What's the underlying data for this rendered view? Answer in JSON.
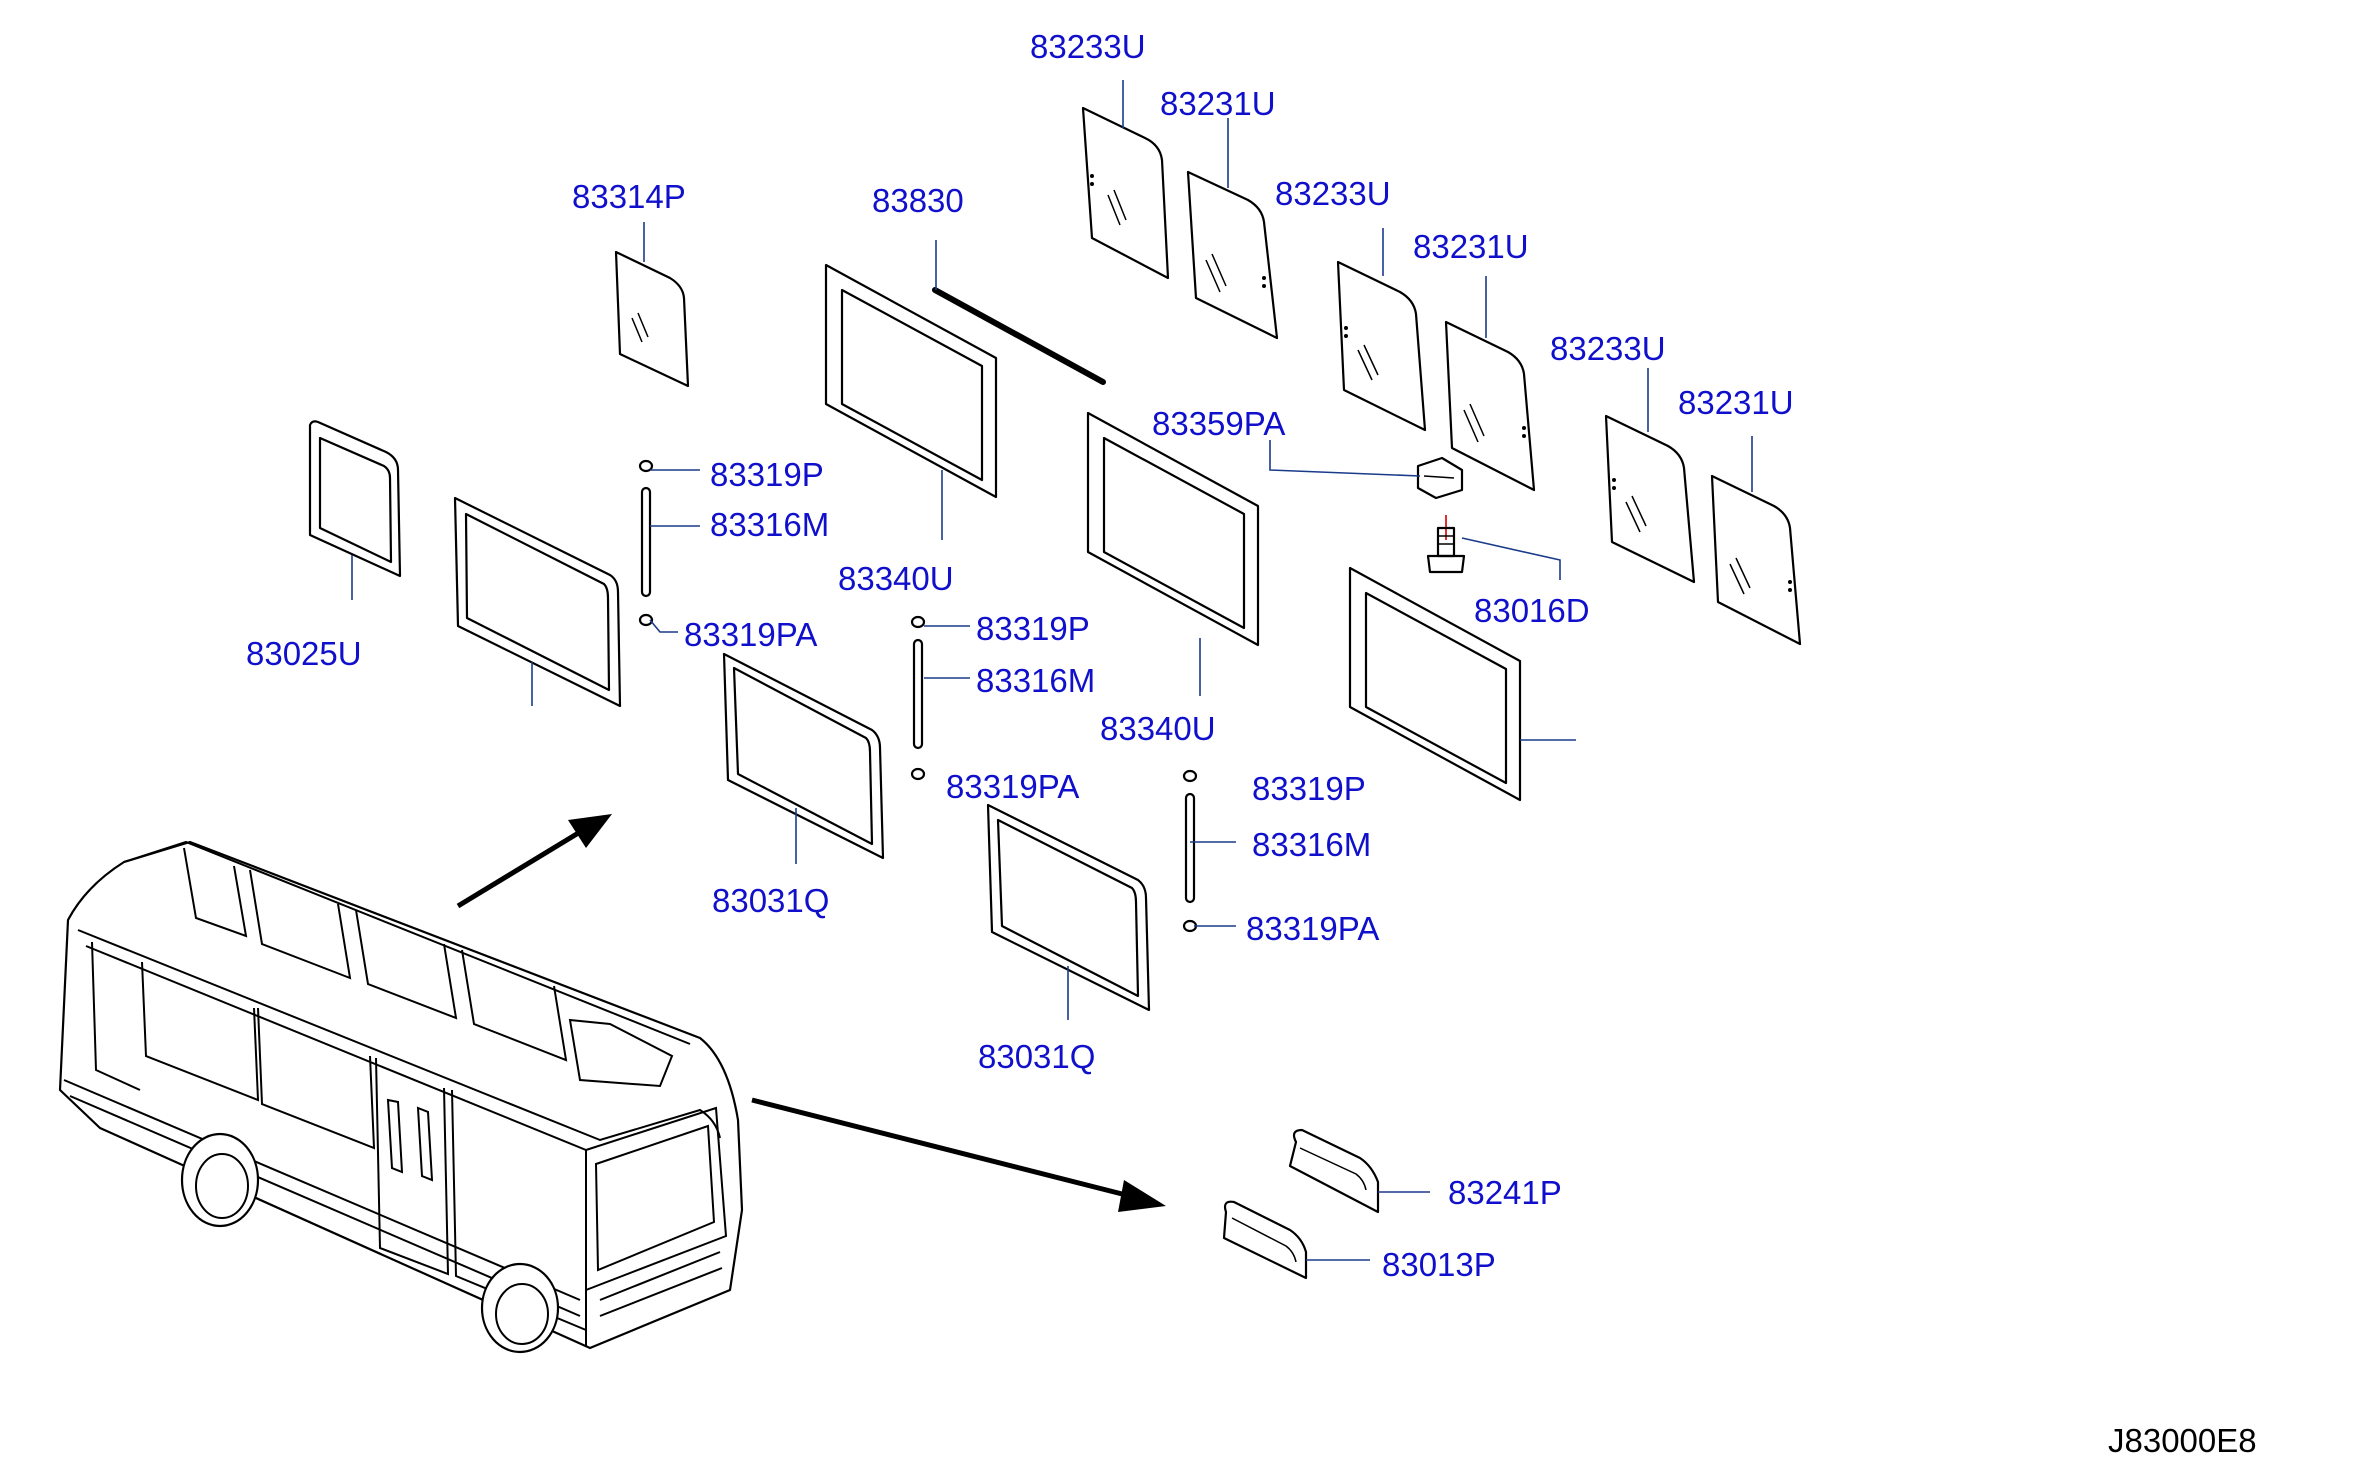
{
  "labels": {
    "p83233U_a": "83233U",
    "p83231U_a": "83231U",
    "p83233U_b": "83233U",
    "p83231U_b": "83231U",
    "p83233U_c": "83233U",
    "p83231U_c": "83231U",
    "p83314P": "83314P",
    "p83830": "83830",
    "p83359PA": "83359PA",
    "p83319P_a": "83319P",
    "p83316M_a": "83316M",
    "p83319PA_a": "83319PA",
    "p83025U": "83025U",
    "p83340U_a": "83340U",
    "p83016D": "83016D",
    "p83319P_b": "83319P",
    "p83316M_b": "83316M",
    "p83340U_b": "83340U",
    "p83031Q_a": "83031Q",
    "p83319PA_b": "83319PA",
    "p83319P_c": "83319P",
    "p83316M_c": "83316M",
    "p83319PA_c": "83319PA",
    "p83031Q_b": "83031Q",
    "p83241P": "83241P",
    "p83013P": "83013P",
    "diagram_code": "J83000E8"
  },
  "colors": {
    "label_blue": "#1010cc",
    "line": "#000000"
  }
}
